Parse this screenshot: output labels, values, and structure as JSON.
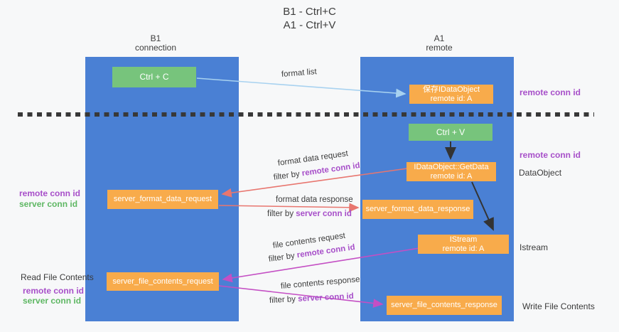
{
  "title": {
    "line1": "B1 - Ctrl+C",
    "line2": "A1 - Ctrl+V"
  },
  "lifelines": {
    "left": {
      "name": "B1",
      "role": "connection"
    },
    "right": {
      "name": "A1",
      "role": "remote"
    }
  },
  "boxes": {
    "ctrl_c": "Ctrl + C",
    "ctrl_v": "Ctrl + V",
    "save_idataobject": {
      "line1": "保存IDataObject",
      "line2": "remote id: A"
    },
    "getdata": {
      "line1": "IDataObject::GetData",
      "line2": "remote id: A"
    },
    "istream": {
      "line1": "IStream",
      "line2": "remote id: A"
    },
    "server_format_data_request": "server_format_data_request",
    "server_format_data_response": "server_format_data_response",
    "server_file_contents_request": "server_file_contents_request",
    "server_file_contents_response": "server_file_contents_response"
  },
  "side_labels": {
    "remote_conn_id": "remote conn id",
    "server_conn_id": "server conn id",
    "dataobject": "DataObject",
    "istream": "Istream",
    "read_file_contents": "Read File Contents",
    "write_file_contents": "Write File Contents"
  },
  "flow_labels": {
    "format_list": "format list",
    "format_data_request": "format data request",
    "format_data_response": "format data response",
    "file_contents_request": "file contents request",
    "file_contents_response": "file contents response",
    "filter_by": "filter by ",
    "remote_conn_id": "remote conn id",
    "server_conn_id": "server conn id"
  },
  "colors": {
    "lifeline_blue": "#4a80d4",
    "key_green": "#77c47c",
    "message_orange": "#f8ab4b",
    "purple_text": "#a74fc9",
    "green_text": "#5eb763",
    "salmon_arrow": "#e8766f",
    "magenta_arrow": "#c44fc4",
    "lightblue_arrow": "#a8d2f0",
    "black_arrow": "#333333",
    "dash_line": "#383838"
  }
}
